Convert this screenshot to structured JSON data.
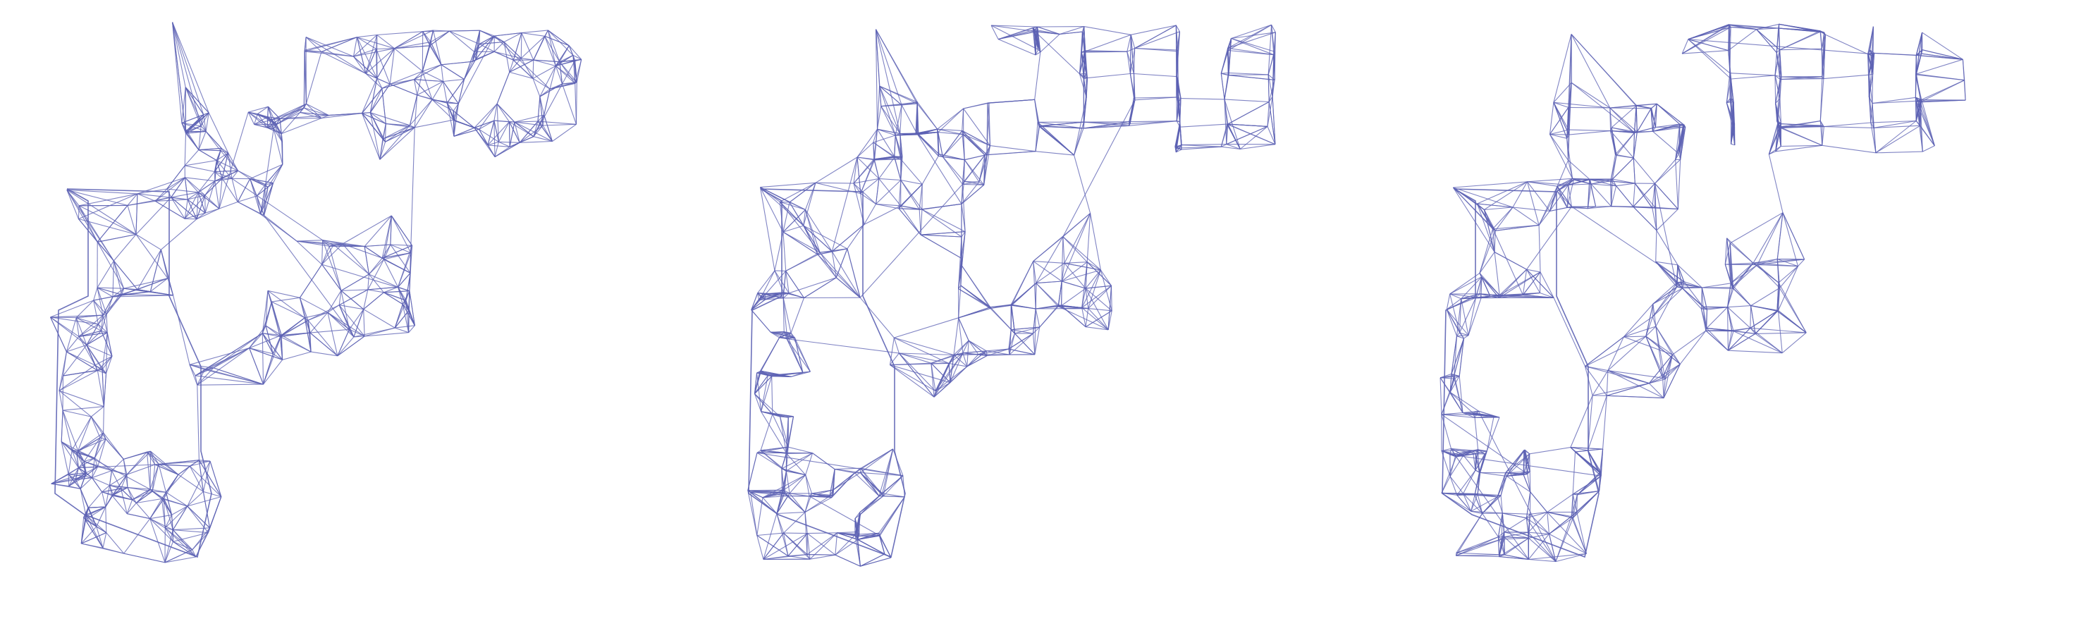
{
  "figure": {
    "background": "#ffffff",
    "edge_color": "#5c62b4",
    "panel_count": 3,
    "panels": [
      {
        "id": "panel-1",
        "variant": "noisy"
      },
      {
        "id": "panel-2",
        "variant": "regularized"
      },
      {
        "id": "panel-3",
        "variant": "regularized"
      }
    ]
  }
}
